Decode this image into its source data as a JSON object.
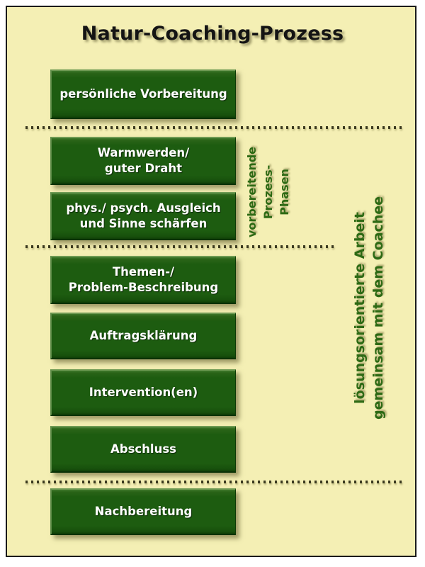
{
  "page": {
    "title": "Natur-Coaching-Prozess",
    "background_color": "#f4efb4",
    "border_color": "#1a1a1a",
    "box_color": "#1d5c10",
    "accent_text_color": "#2d6a14"
  },
  "boxes": [
    {
      "id": "persoenliche-vorbereitung",
      "lines": [
        "persönliche Vorbereitung"
      ]
    },
    {
      "id": "warmwerden-guter-draht",
      "lines": [
        "Warmwerden/",
        "guter Draht"
      ]
    },
    {
      "id": "ausgleich-sinne",
      "lines": [
        "phys./ psych. Ausgleich",
        "und Sinne schärfen"
      ]
    },
    {
      "id": "themen-problem",
      "lines": [
        "Themen-/",
        "Problem-Beschreibung"
      ]
    },
    {
      "id": "auftragsklaerung",
      "lines": [
        "Auftragsklärung"
      ]
    },
    {
      "id": "intervention",
      "lines": [
        "Intervention(en)"
      ]
    },
    {
      "id": "abschluss",
      "lines": [
        "Abschluss"
      ]
    },
    {
      "id": "nachbereitung",
      "lines": [
        "Nachbereitung"
      ]
    }
  ],
  "side_labels": {
    "preparatory": {
      "lines": [
        "vorbereitende",
        "Prozess-",
        "Phasen"
      ]
    },
    "solution_work": {
      "lines": [
        "lösungsorientierte Arbeit",
        "gemeinsam mit dem Coachee"
      ]
    }
  },
  "separators": [
    {
      "id": "sep-after-vorbereitung"
    },
    {
      "id": "sep-after-prep-phase"
    },
    {
      "id": "sep-before-nachbereitung"
    }
  ]
}
